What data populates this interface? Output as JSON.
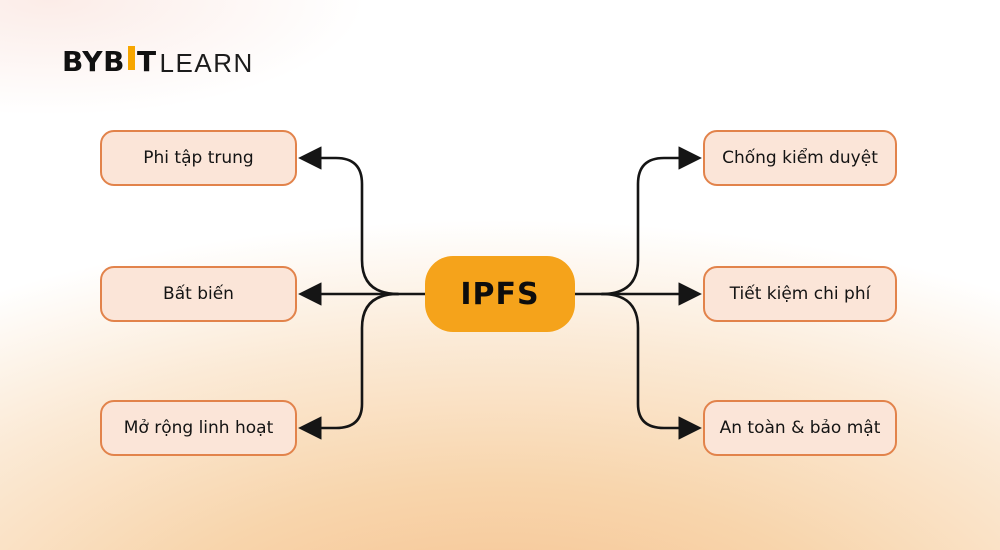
{
  "logo": {
    "part1": "BYB",
    "part2": "T",
    "part3": "LEARN",
    "accent_color": "#F7A600"
  },
  "diagram": {
    "center": {
      "label": "IPFS"
    },
    "left_nodes": [
      {
        "label": "Phi tập trung"
      },
      {
        "label": "Bất biến"
      },
      {
        "label": "Mở rộng linh hoạt"
      }
    ],
    "right_nodes": [
      {
        "label": "Chống kiểm duyệt"
      },
      {
        "label": "Tiết kiệm chi phí"
      },
      {
        "label": "An toàn & bảo mật"
      }
    ],
    "colors": {
      "center_fill": "#F5A31B",
      "node_fill": "#FBE5D8",
      "node_border": "#E2834B",
      "connector": "#151515",
      "background_bottom": "#F5BE8A"
    }
  }
}
